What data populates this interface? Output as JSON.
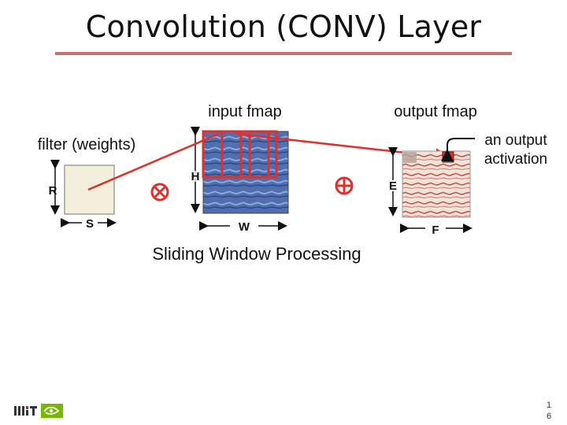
{
  "slide": {
    "title": "Convolution (CONV) Layer",
    "page_number": "16",
    "page_number_lines": [
      "1",
      "6"
    ]
  },
  "labels": {
    "input_fmap": "input fmap",
    "output_fmap": "output fmap",
    "filter": "filter (weights)",
    "output_activation_line1": "an output",
    "output_activation_line2": "activation",
    "caption": "Sliding Window Processing"
  },
  "dimensions": {
    "R": "R",
    "S": "S",
    "H": "H",
    "W": "W",
    "E": "E",
    "F": "F"
  },
  "operators": {
    "multiply": "⊗",
    "add": "⊕"
  },
  "logos": {
    "left": "MIT",
    "right": "NVIDIA"
  },
  "colors": {
    "accent_rule": "#c0756f",
    "window_red": "#e0302a",
    "filter_fill": "#f4eedc",
    "input_blue": "#5a79b8",
    "output_red": "#c46a5c"
  }
}
